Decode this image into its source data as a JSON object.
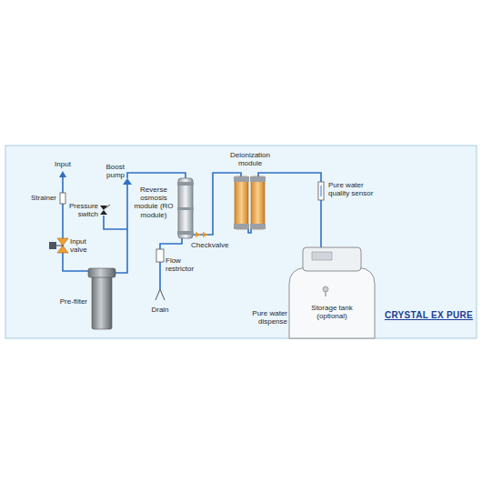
{
  "diagram": {
    "title": "CRYSTAL EX PURE",
    "labels": [
      "Input",
      "Strainer",
      "Input valve",
      "Boost pump",
      "Pressure switch",
      "Reverse osmosis module (RO module)",
      "Flow restrictor",
      "Drain",
      "Checkvalve",
      "Deionization module",
      "Pure water quality sensor",
      "Pure water dispense",
      "Storage tank (optional)",
      "Pre-filter"
    ]
  }
}
